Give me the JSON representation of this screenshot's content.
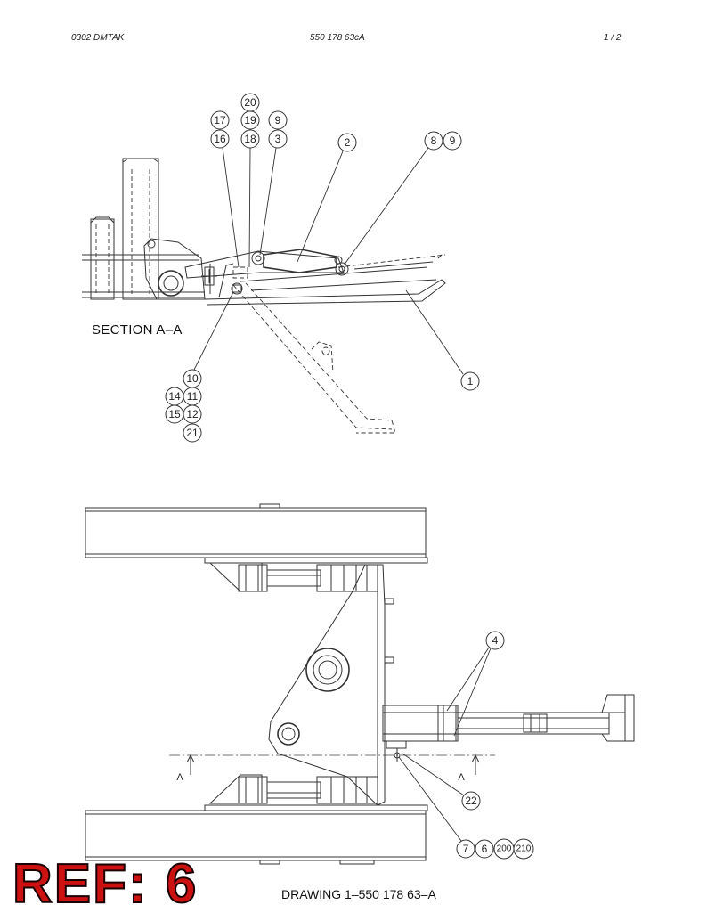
{
  "header": {
    "left": "0302   DMTAK",
    "center": "550 178 63cA",
    "right": "1 /   2"
  },
  "section_label": "SECTION A–A",
  "ref_label": "REF: 6",
  "drawing_label": "DRAWING 1–550 178 63–A",
  "section_markers": {
    "left": "A",
    "right": "A"
  },
  "callouts": {
    "c20": "20",
    "c17": "17",
    "c19": "19",
    "c9a": "9",
    "c16": "16",
    "c18": "18",
    "c3": "3",
    "c2": "2",
    "c8": "8",
    "c9b": "9",
    "c1": "1",
    "c10": "10",
    "c14": "14",
    "c11": "11",
    "c15": "15",
    "c12": "12",
    "c21": "21",
    "c4": "4",
    "c22": "22",
    "c7": "7",
    "c6": "6",
    "c200": "200",
    "c210": "210"
  }
}
